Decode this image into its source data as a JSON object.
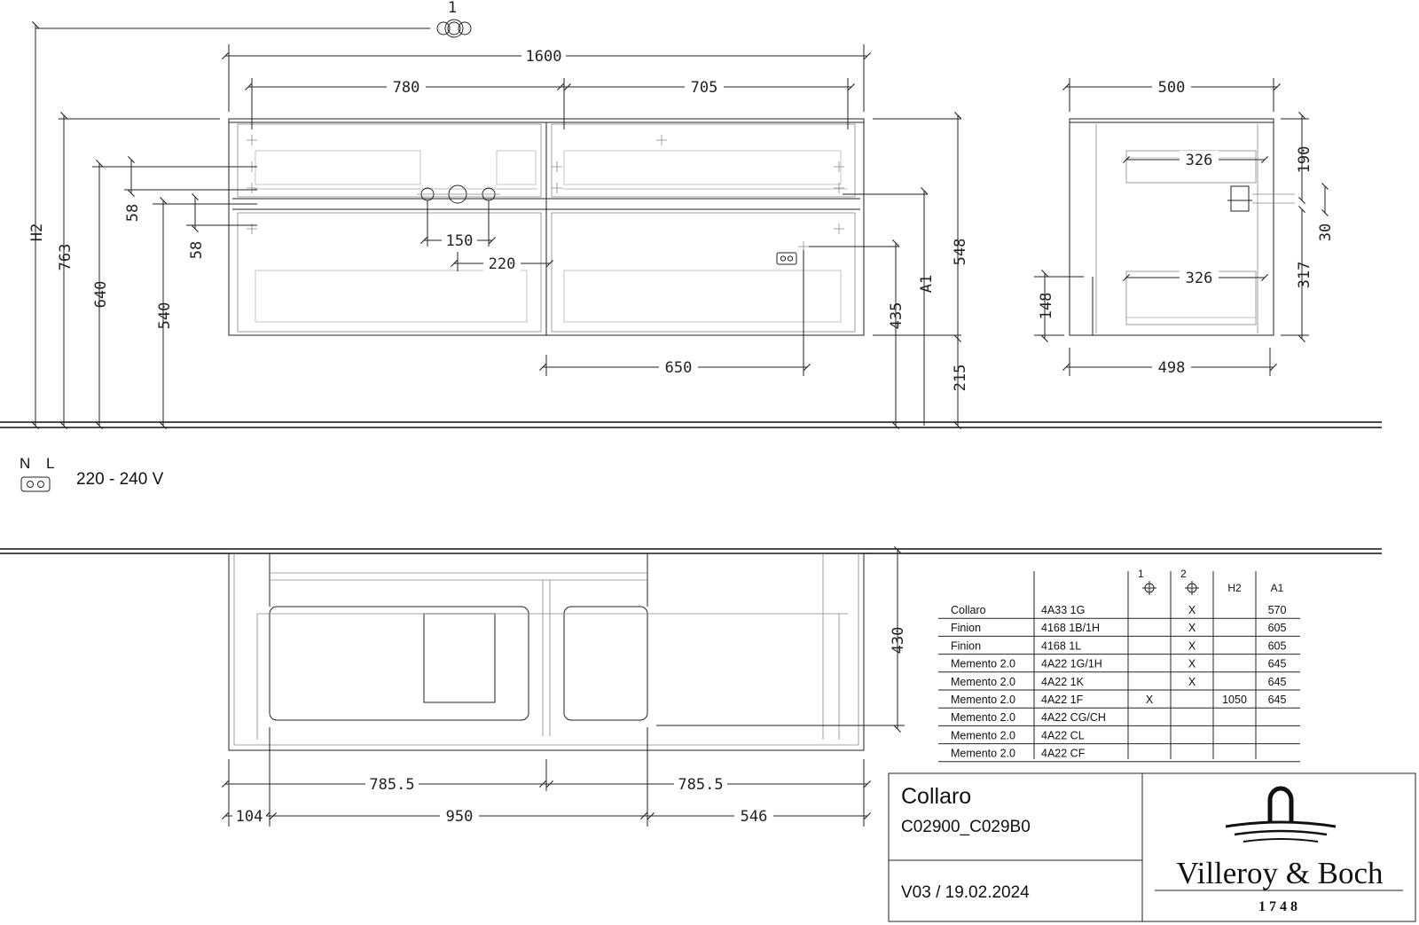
{
  "drawing": {
    "position_label": "1",
    "front_view": {
      "width": "1600",
      "left_width": "780",
      "right_width": "705",
      "tap_spacing": "150",
      "tap_offset": "220",
      "socket_offset": "650",
      "socket_height": "435",
      "height_h2": "H2",
      "height_763": "763",
      "height_640": "640",
      "height_540": "540",
      "drawer_58_top": "58",
      "drawer_58_bottom": "58",
      "height_a1": "A1",
      "body_height": "548",
      "floor_gap": "215"
    },
    "side_view": {
      "depth_top": "500",
      "depth_bottom": "498",
      "inner_top": "326",
      "inner_bottom": "326",
      "upper_height": "190",
      "gap_30": "30",
      "lower_height": "317",
      "height_148": "148"
    },
    "plan_view": {
      "depth": "430",
      "half_left": "785.5",
      "half_right": "785.5",
      "offset_left": "104",
      "cutout": "950",
      "offset_right": "546"
    },
    "electrical": {
      "n_label": "N",
      "l_label": "L",
      "voltage": "220 - 240 V"
    }
  },
  "compat_table": {
    "headers": [
      "",
      "",
      "1",
      "2",
      "H2",
      "A1"
    ],
    "rows": [
      {
        "series": "Collaro",
        "code": "4A33 1G",
        "c1": "",
        "c2": "X",
        "h2": "",
        "a1": "570"
      },
      {
        "series": "Finion",
        "code": "4168 1B/1H",
        "c1": "",
        "c2": "X",
        "h2": "",
        "a1": "605"
      },
      {
        "series": "Finion",
        "code": "4168 1L",
        "c1": "",
        "c2": "X",
        "h2": "",
        "a1": "605"
      },
      {
        "series": "Memento 2.0",
        "code": "4A22 1G/1H",
        "c1": "",
        "c2": "X",
        "h2": "",
        "a1": "645"
      },
      {
        "series": "Memento 2.0",
        "code": "4A22 1K",
        "c1": "",
        "c2": "X",
        "h2": "",
        "a1": "645"
      },
      {
        "series": "Memento 2.0",
        "code": "4A22 1F",
        "c1": "X",
        "c2": "",
        "h2": "1050",
        "a1": "645"
      },
      {
        "series": "Memento 2.0",
        "code": "4A22 CG/CH",
        "c1": "",
        "c2": "",
        "h2": "",
        "a1": ""
      },
      {
        "series": "Memento 2.0",
        "code": "4A22 CL",
        "c1": "",
        "c2": "",
        "h2": "",
        "a1": ""
      },
      {
        "series": "Memento 2.0",
        "code": "4A22 CF",
        "c1": "",
        "c2": "",
        "h2": "",
        "a1": ""
      }
    ]
  },
  "title_block": {
    "product": "Collaro",
    "article": "C02900_C029B0",
    "version": "V03 / 19.02.2024",
    "brand": "Villeroy & Boch",
    "year": "1748"
  }
}
